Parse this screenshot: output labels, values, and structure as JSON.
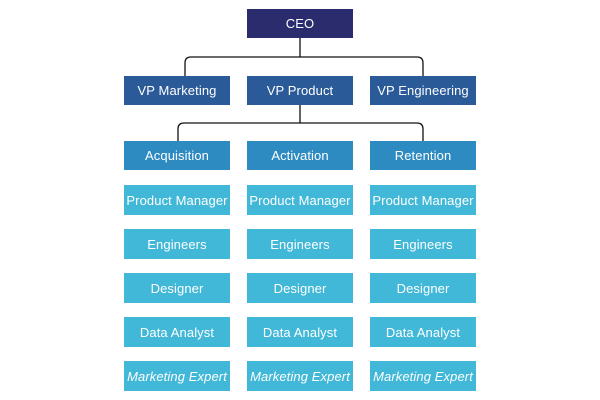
{
  "ceo": "CEO",
  "vps": [
    "VP Marketing",
    "VP Product",
    "VP Engineering"
  ],
  "teams": [
    "Acquisition",
    "Activation",
    "Retention"
  ],
  "roles": [
    {
      "label": "Product Manager",
      "italic": false
    },
    {
      "label": "Engineers",
      "italic": false
    },
    {
      "label": "Designer",
      "italic": false
    },
    {
      "label": "Data Analyst",
      "italic": false
    },
    {
      "label": "Marketing Expert",
      "italic": true
    }
  ],
  "colors": {
    "ceo": "#2b2c6e",
    "vp": "#2a5a98",
    "team": "#2d8bc2",
    "role": "#41b8d8",
    "connector": "#111111"
  }
}
